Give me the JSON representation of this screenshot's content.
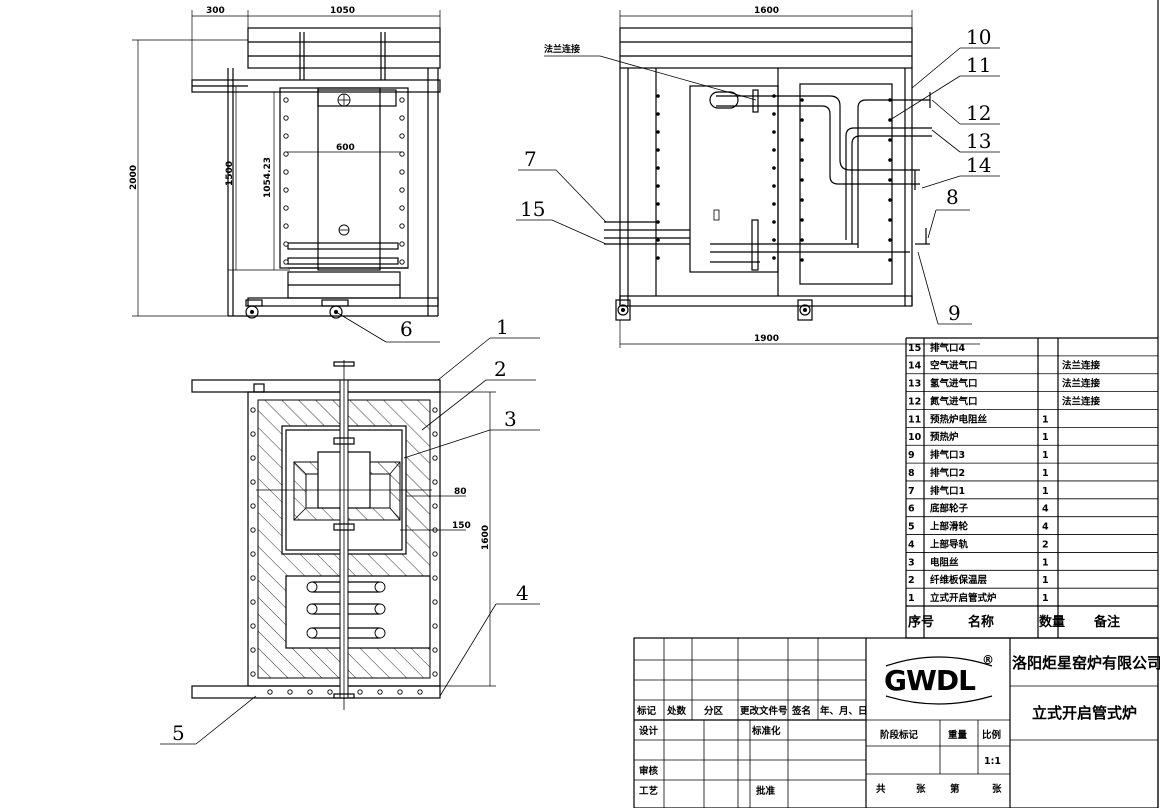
{
  "dimensions": {
    "side_w1": "300",
    "side_w2": "1050",
    "side_h_total": "2000",
    "side_h_chamber": "1500",
    "side_h_inner": "1054.23",
    "side_inner_w": "600",
    "front_w": "1600",
    "front_base_w": "1900",
    "top_h": "1600",
    "gap_80": "80",
    "gap_150": "150"
  },
  "callouts": {
    "flange_note": "法兰连接",
    "labels": [
      "1",
      "2",
      "3",
      "4",
      "5",
      "6",
      "7",
      "8",
      "9",
      "10",
      "11",
      "12",
      "13",
      "14",
      "15"
    ]
  },
  "parts_table": {
    "rows": [
      {
        "no": "15",
        "name": "排气口4",
        "qty": "",
        "note": ""
      },
      {
        "no": "14",
        "name": "空气进气口",
        "qty": "",
        "note": "法兰连接"
      },
      {
        "no": "13",
        "name": "氢气进气口",
        "qty": "",
        "note": "法兰连接"
      },
      {
        "no": "12",
        "name": "氮气进气口",
        "qty": "",
        "note": "法兰连接"
      },
      {
        "no": "11",
        "name": "预热炉电阻丝",
        "qty": "1",
        "note": ""
      },
      {
        "no": "10",
        "name": "预热炉",
        "qty": "1",
        "note": ""
      },
      {
        "no": "9",
        "name": "排气口3",
        "qty": "1",
        "note": ""
      },
      {
        "no": "8",
        "name": "排气口2",
        "qty": "1",
        "note": ""
      },
      {
        "no": "7",
        "name": "排气口1",
        "qty": "1",
        "note": ""
      },
      {
        "no": "6",
        "name": "底部轮子",
        "qty": "4",
        "note": ""
      },
      {
        "no": "5",
        "name": "上部滑轮",
        "qty": "4",
        "note": ""
      },
      {
        "no": "4",
        "name": "上部导轨",
        "qty": "2",
        "note": ""
      },
      {
        "no": "3",
        "name": "电阻丝",
        "qty": "1",
        "note": ""
      },
      {
        "no": "2",
        "name": "纤维板保温层",
        "qty": "1",
        "note": ""
      },
      {
        "no": "1",
        "name": "立式开启管式炉",
        "qty": "1",
        "note": ""
      }
    ],
    "header": {
      "no": "序号",
      "name": "名称",
      "qty": "数量",
      "note": "备注"
    }
  },
  "title_block": {
    "logo": "GWDL",
    "registered": "®",
    "company": "洛阳炬星窑炉有限公司",
    "drawing_title": "立式开启管式炉",
    "rev_headers": [
      "标记",
      "处数",
      "分区",
      "更改文件号",
      "签名",
      "年、月、日"
    ],
    "design": "设计",
    "standardize": "标准化",
    "review": "审核",
    "process": "工艺",
    "approve": "批准",
    "stage_mark": "阶段标记",
    "weight": "重量",
    "scale_label": "比例",
    "scale_value": "1:1",
    "total": "共",
    "sheet_unit": "张",
    "sheet_no": "第",
    "sheet_unit2": "张"
  }
}
